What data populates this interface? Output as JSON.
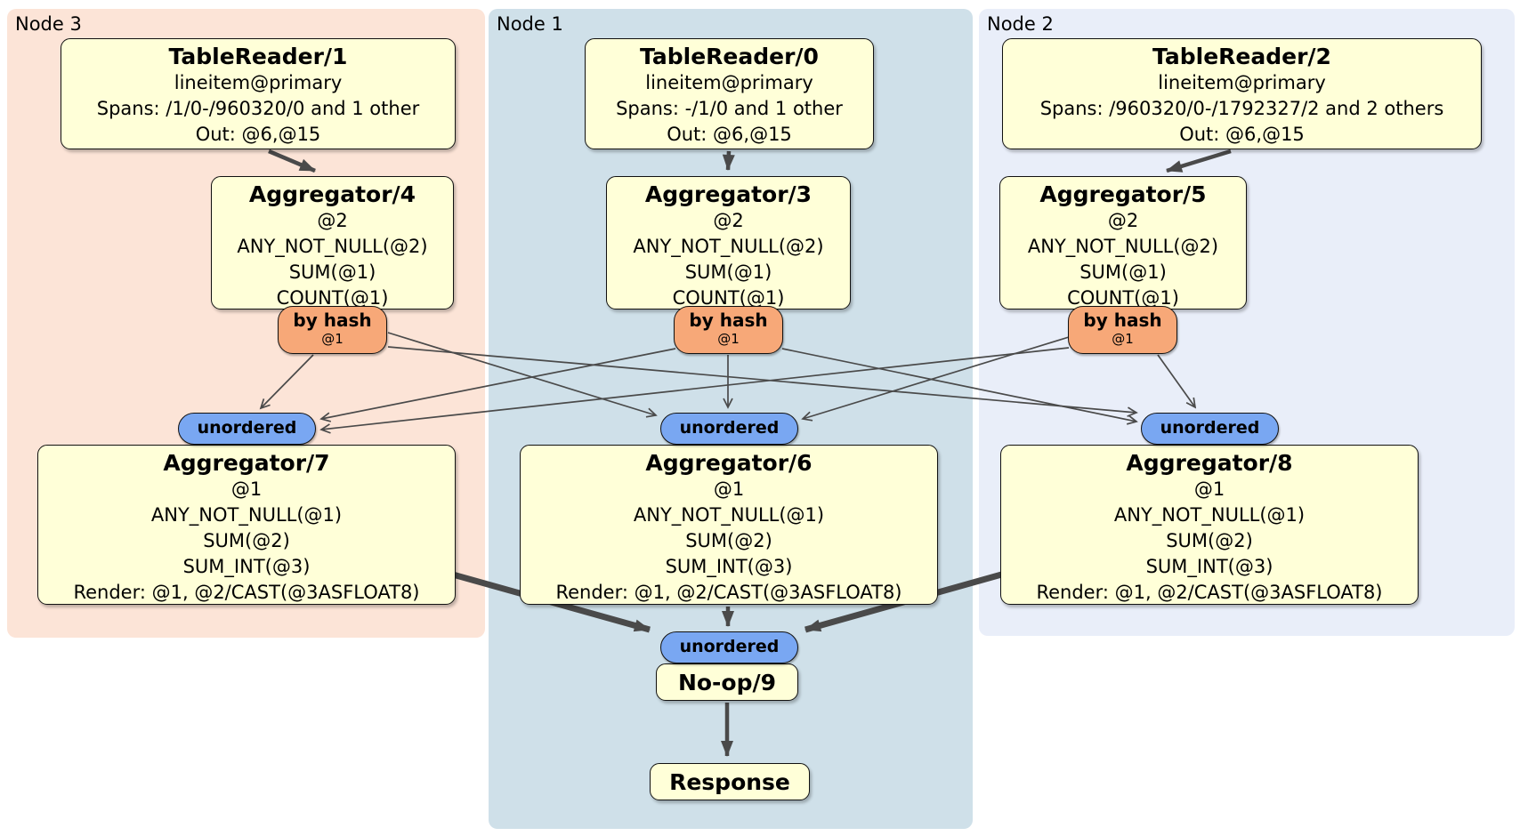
{
  "regions": {
    "node3": {
      "label": "Node 3"
    },
    "node1": {
      "label": "Node 1"
    },
    "node2": {
      "label": "Node 2"
    }
  },
  "processors": {
    "tr1": {
      "title": "TableReader/1",
      "lines": [
        "lineitem@primary",
        "Spans: /1/0-/960320/0 and 1 other",
        "Out: @6,@15"
      ]
    },
    "tr0": {
      "title": "TableReader/0",
      "lines": [
        "lineitem@primary",
        "Spans: -/1/0 and 1 other",
        "Out: @6,@15"
      ]
    },
    "tr2": {
      "title": "TableReader/2",
      "lines": [
        "lineitem@primary",
        "Spans: /960320/0-/1792327/2 and 2 others",
        "Out: @6,@15"
      ]
    },
    "agg4": {
      "title": "Aggregator/4",
      "lines": [
        "@2",
        "ANY_NOT_NULL(@2)",
        "SUM(@1)",
        "COUNT(@1)"
      ]
    },
    "agg3": {
      "title": "Aggregator/3",
      "lines": [
        "@2",
        "ANY_NOT_NULL(@2)",
        "SUM(@1)",
        "COUNT(@1)"
      ]
    },
    "agg5": {
      "title": "Aggregator/5",
      "lines": [
        "@2",
        "ANY_NOT_NULL(@2)",
        "SUM(@1)",
        "COUNT(@1)"
      ]
    },
    "agg7": {
      "title": "Aggregator/7",
      "lines": [
        "@1",
        "ANY_NOT_NULL(@1)",
        "SUM(@2)",
        "SUM_INT(@3)",
        "Render: @1, @2/CAST(@3ASFLOAT8)"
      ]
    },
    "agg6": {
      "title": "Aggregator/6",
      "lines": [
        "@1",
        "ANY_NOT_NULL(@1)",
        "SUM(@2)",
        "SUM_INT(@3)",
        "Render: @1, @2/CAST(@3ASFLOAT8)"
      ]
    },
    "agg8": {
      "title": "Aggregator/8",
      "lines": [
        "@1",
        "ANY_NOT_NULL(@1)",
        "SUM(@2)",
        "SUM_INT(@3)",
        "Render: @1, @2/CAST(@3ASFLOAT8)"
      ]
    },
    "noop9": {
      "title": "No-op/9"
    },
    "response": {
      "title": "Response"
    }
  },
  "routers": {
    "by_hash": {
      "label": "by hash",
      "tag": "@1"
    }
  },
  "streams": {
    "unordered": {
      "label": "unordered"
    }
  },
  "colors": {
    "node3_bg": "#fce4d7",
    "node1_bg": "#cfe0e9",
    "node2_bg": "#e9eef9",
    "processor_bg": "#ffffd8",
    "router_bg": "#f7a878",
    "stream_bg": "#79a7f2",
    "edge": "#4a4a4a"
  }
}
